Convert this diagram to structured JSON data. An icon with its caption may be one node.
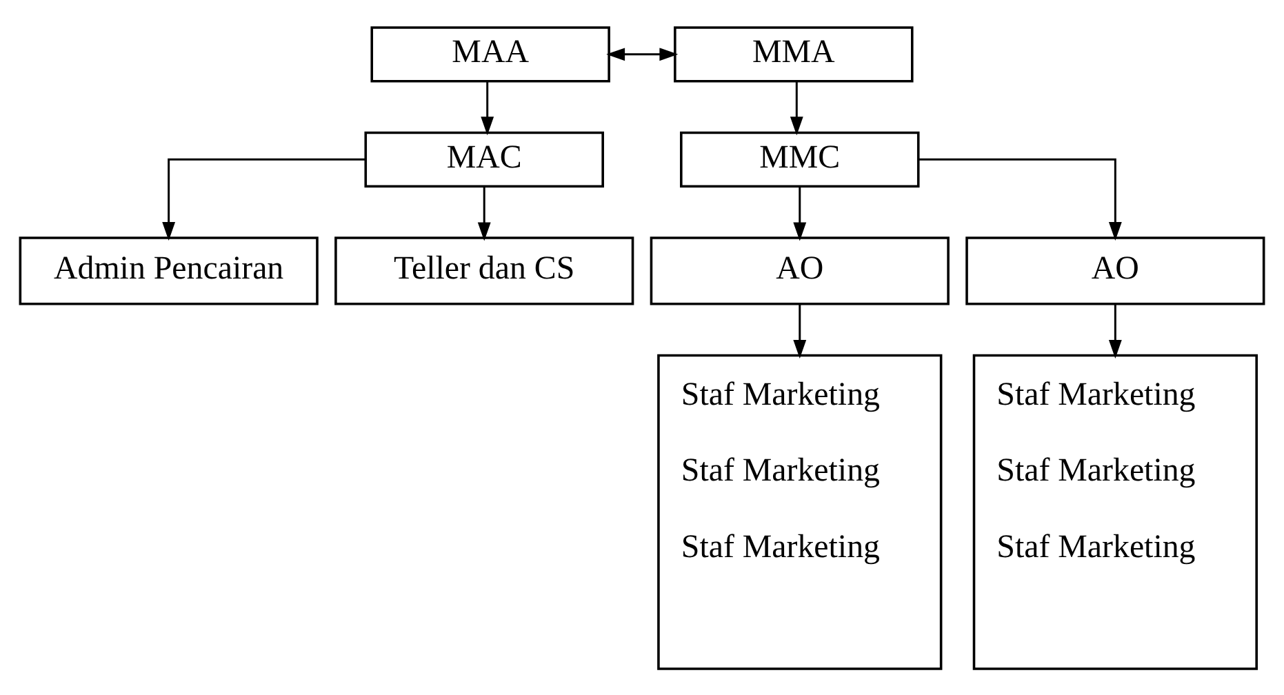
{
  "diagram": {
    "nodes": [
      {
        "text": [
          "MAA"
        ]
      },
      {
        "text": [
          "MMA"
        ]
      },
      {
        "text": [
          "MAC"
        ]
      },
      {
        "text": [
          "MMC"
        ]
      },
      {
        "text": [
          "Admin Pencairan"
        ]
      },
      {
        "text": [
          "Teller dan CS"
        ]
      },
      {
        "text": [
          "AO"
        ]
      },
      {
        "text": [
          "AO"
        ]
      },
      {
        "text": [
          "Staf Marketing",
          "Staf Marketing",
          "Staf Marketing"
        ]
      },
      {
        "text": [
          "Staf Marketing",
          "Staf Marketing",
          "Staf Marketing"
        ]
      }
    ],
    "edges": [
      {
        "from": 0,
        "to": 1,
        "arrow": "both"
      },
      {
        "from": 0,
        "to": 2,
        "arrow": "to"
      },
      {
        "from": 2,
        "to": 4,
        "arrow": "to"
      },
      {
        "from": 2,
        "to": 5,
        "arrow": "to"
      },
      {
        "from": 1,
        "to": 3,
        "arrow": "to"
      },
      {
        "from": 3,
        "to": 6,
        "arrow": "to"
      },
      {
        "from": 3,
        "to": 7,
        "arrow": "to"
      },
      {
        "from": 6,
        "to": 8,
        "arrow": "to"
      },
      {
        "from": 7,
        "to": 9,
        "arrow": "to"
      }
    ]
  }
}
